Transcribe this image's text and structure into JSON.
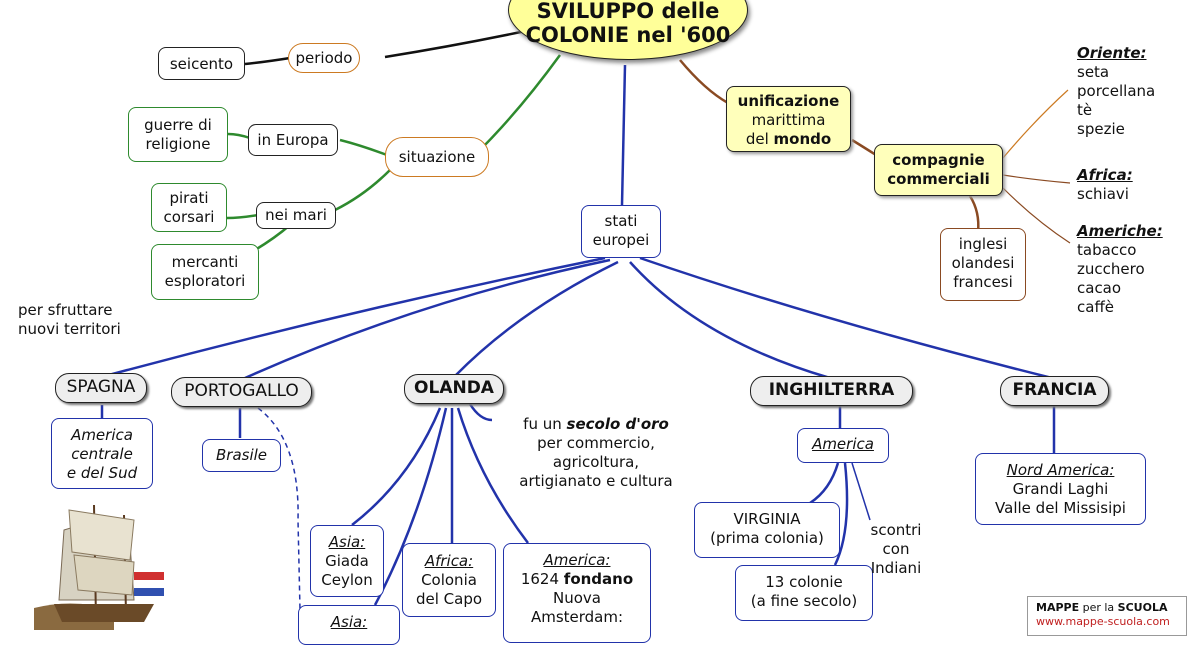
{
  "title": {
    "line1": "SVILUPPO delle",
    "line2": "COLONIE nel '600"
  },
  "left": {
    "periodo": "periodo",
    "seicento": "seicento",
    "situazione": "situazione",
    "in_europa": "in Europa",
    "guerre_1": "guerre di",
    "guerre_2": "religione",
    "nei_mari": "nei mari",
    "pirati_1": "pirati",
    "pirati_2": "corsari",
    "mercanti_1": "mercanti",
    "mercanti_2": "esploratori",
    "sfruttare_1": "per sfruttare",
    "sfruttare_2": "nuovi territori"
  },
  "right": {
    "unif_1": "unificazione",
    "unif_2": "marittima",
    "unif_3a": "del ",
    "unif_3b": "mondo",
    "comp_1": "compagnie",
    "comp_2": "commerciali",
    "ing_1": "inglesi",
    "ing_2": "olandesi",
    "ing_3": "francesi",
    "oriente": "Oriente:",
    "oriente_items": [
      "seta",
      "porcellana",
      "tè",
      "spezie"
    ],
    "africa": "Africa:",
    "africa_items": [
      "schiavi"
    ],
    "americhe": "Americhe:",
    "americhe_items": [
      "tabacco",
      "zucchero",
      "cacao",
      "caffè"
    ]
  },
  "stati": {
    "l1": "stati",
    "l2": "europei"
  },
  "spagna": {
    "name": "SPAGNA",
    "l1": "America",
    "l2": "centrale",
    "l3": "e del Sud"
  },
  "portogallo": {
    "name": "PORTOGALLO",
    "brasile": "Brasile"
  },
  "olanda": {
    "name": "OLANDA",
    "note_1a": "fu un ",
    "note_1b": "secolo d'oro",
    "note_2": "per commercio,",
    "note_3": "agricoltura,",
    "note_4": "artigianato e cultura",
    "asia1_h": "Asia:",
    "asia1_1": "Giada",
    "asia1_2": "Ceylon",
    "asia2_h": "Asia:",
    "africa_h": "Africa:",
    "africa_1": "Colonia",
    "africa_2": "del Capo",
    "america_h": "America:",
    "america_1a": "1624 ",
    "america_1b": "fondano",
    "america_2": "Nuova",
    "america_3": "Amsterdam:"
  },
  "inghilterra": {
    "name": "INGHILTERRA",
    "america": "America",
    "virginia_1": "VIRGINIA",
    "virginia_2": "(prima colonia)",
    "colonie_1": "13 colonie",
    "colonie_2": "(a fine secolo)",
    "scontri_1": "scontri con",
    "scontri_2": "Indiani"
  },
  "francia": {
    "name": "FRANCIA",
    "nord": "Nord America:",
    "l1": "Grandi Laghi",
    "l2": "Valle del Missisipi"
  },
  "brand": {
    "a": "MAPPE",
    "b": " per la ",
    "c": "SCUOLA",
    "url": "www.mappe-scuola.com"
  },
  "colors": {
    "blue": "#2233aa",
    "green": "#2e8a2e",
    "orange": "#cc7a22",
    "brown": "#8a4a22",
    "yellow": "#ffff99"
  }
}
